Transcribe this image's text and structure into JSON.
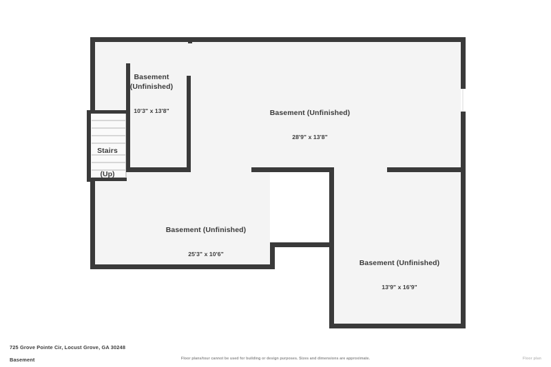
{
  "page": {
    "background_color": "#ffffff",
    "wall_color": "#3a3a3a",
    "floor_fill_color": "#f4f4f4",
    "stair_line_color": "#b4b4b4",
    "text_color": "#3b3b3b"
  },
  "rooms": [
    {
      "id": "basement-northwest",
      "name": "Basement\n(Unfinished)",
      "dimensions": "10'3\" x 13'8\""
    },
    {
      "id": "basement-main-north",
      "name": "Basement (Unfinished)",
      "dimensions": "28'9\" x 13'8\""
    },
    {
      "id": "basement-southwest",
      "name": "Basement (Unfinished)",
      "dimensions": "25'3\" x 10'6\""
    },
    {
      "id": "basement-southeast",
      "name": "Basement (Unfinished)",
      "dimensions": "13'9\" x 16'9\""
    }
  ],
  "stairs": {
    "name": "Stairs",
    "direction": "(Up)",
    "step_count": 8
  },
  "footer": {
    "address": "725 Grove Pointe Cir, Locust Grove, GA 30248",
    "floor": "Basement",
    "disclaimer": "Floor plans/tour cannot be used for building or design purposes. Sizes and dimensions are approximate.",
    "brand": "Floor plan"
  },
  "icons": {
    "window_opening": "window-opening-icon",
    "wall_column": "wall-column-icon"
  }
}
